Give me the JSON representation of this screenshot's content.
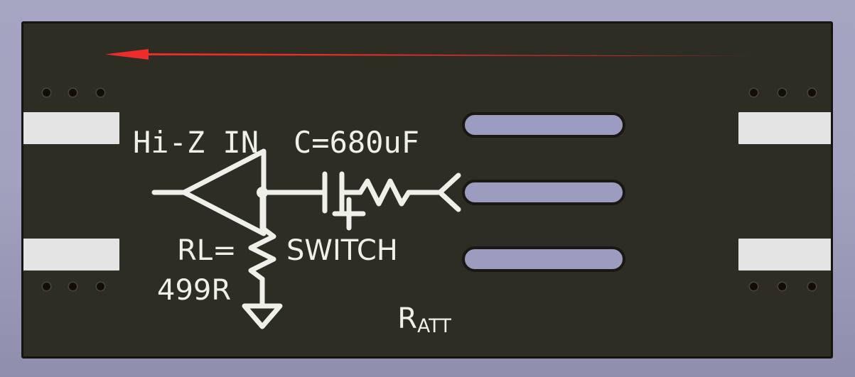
{
  "board": {
    "name": "audio-input-pcb-silkscreen",
    "substrate_color": "#2d2d23",
    "edge_color": "#15150f",
    "background_color": "#a3a3c0",
    "pad_color": "#e4e4e4",
    "slot_color": "#9c9cc0",
    "silkscreen_color": "#f0f0ea",
    "annotation_color": "#ee2c2c"
  },
  "silkscreen": {
    "input_label": "Hi-Z IN",
    "cap_label": "C=680uF",
    "rl_label": "RL=",
    "rl_value": "499R",
    "switch_label": "SWITCH",
    "ratt_base": "R",
    "ratt_sub": "ATT"
  },
  "annotation": {
    "arrow_label": "signal-flow-arrow",
    "direction": "right-to-left",
    "color": "#ee2c2c"
  },
  "symbols": {
    "amplifier": "buffer-amplifier-triangle",
    "junction": "node-dot",
    "load_resistor": "resistor-zigzag-vertical",
    "ground": "ground-triangle",
    "capacitor": "polarized-capacitor",
    "polarity": "+",
    "series_resistor": "resistor-zigzag-horizontal",
    "output_terminal": "switch-terminal-chevron"
  },
  "connectors": {
    "left_pads": [
      "pad-top-left",
      "pad-bottom-left"
    ],
    "right_pads": [
      "pad-top-right",
      "pad-bottom-right"
    ],
    "hole_rows": 4,
    "holes_per_row": 3,
    "slots": [
      "slot-upper",
      "slot-middle",
      "slot-lower"
    ],
    "slot_count": 3
  }
}
